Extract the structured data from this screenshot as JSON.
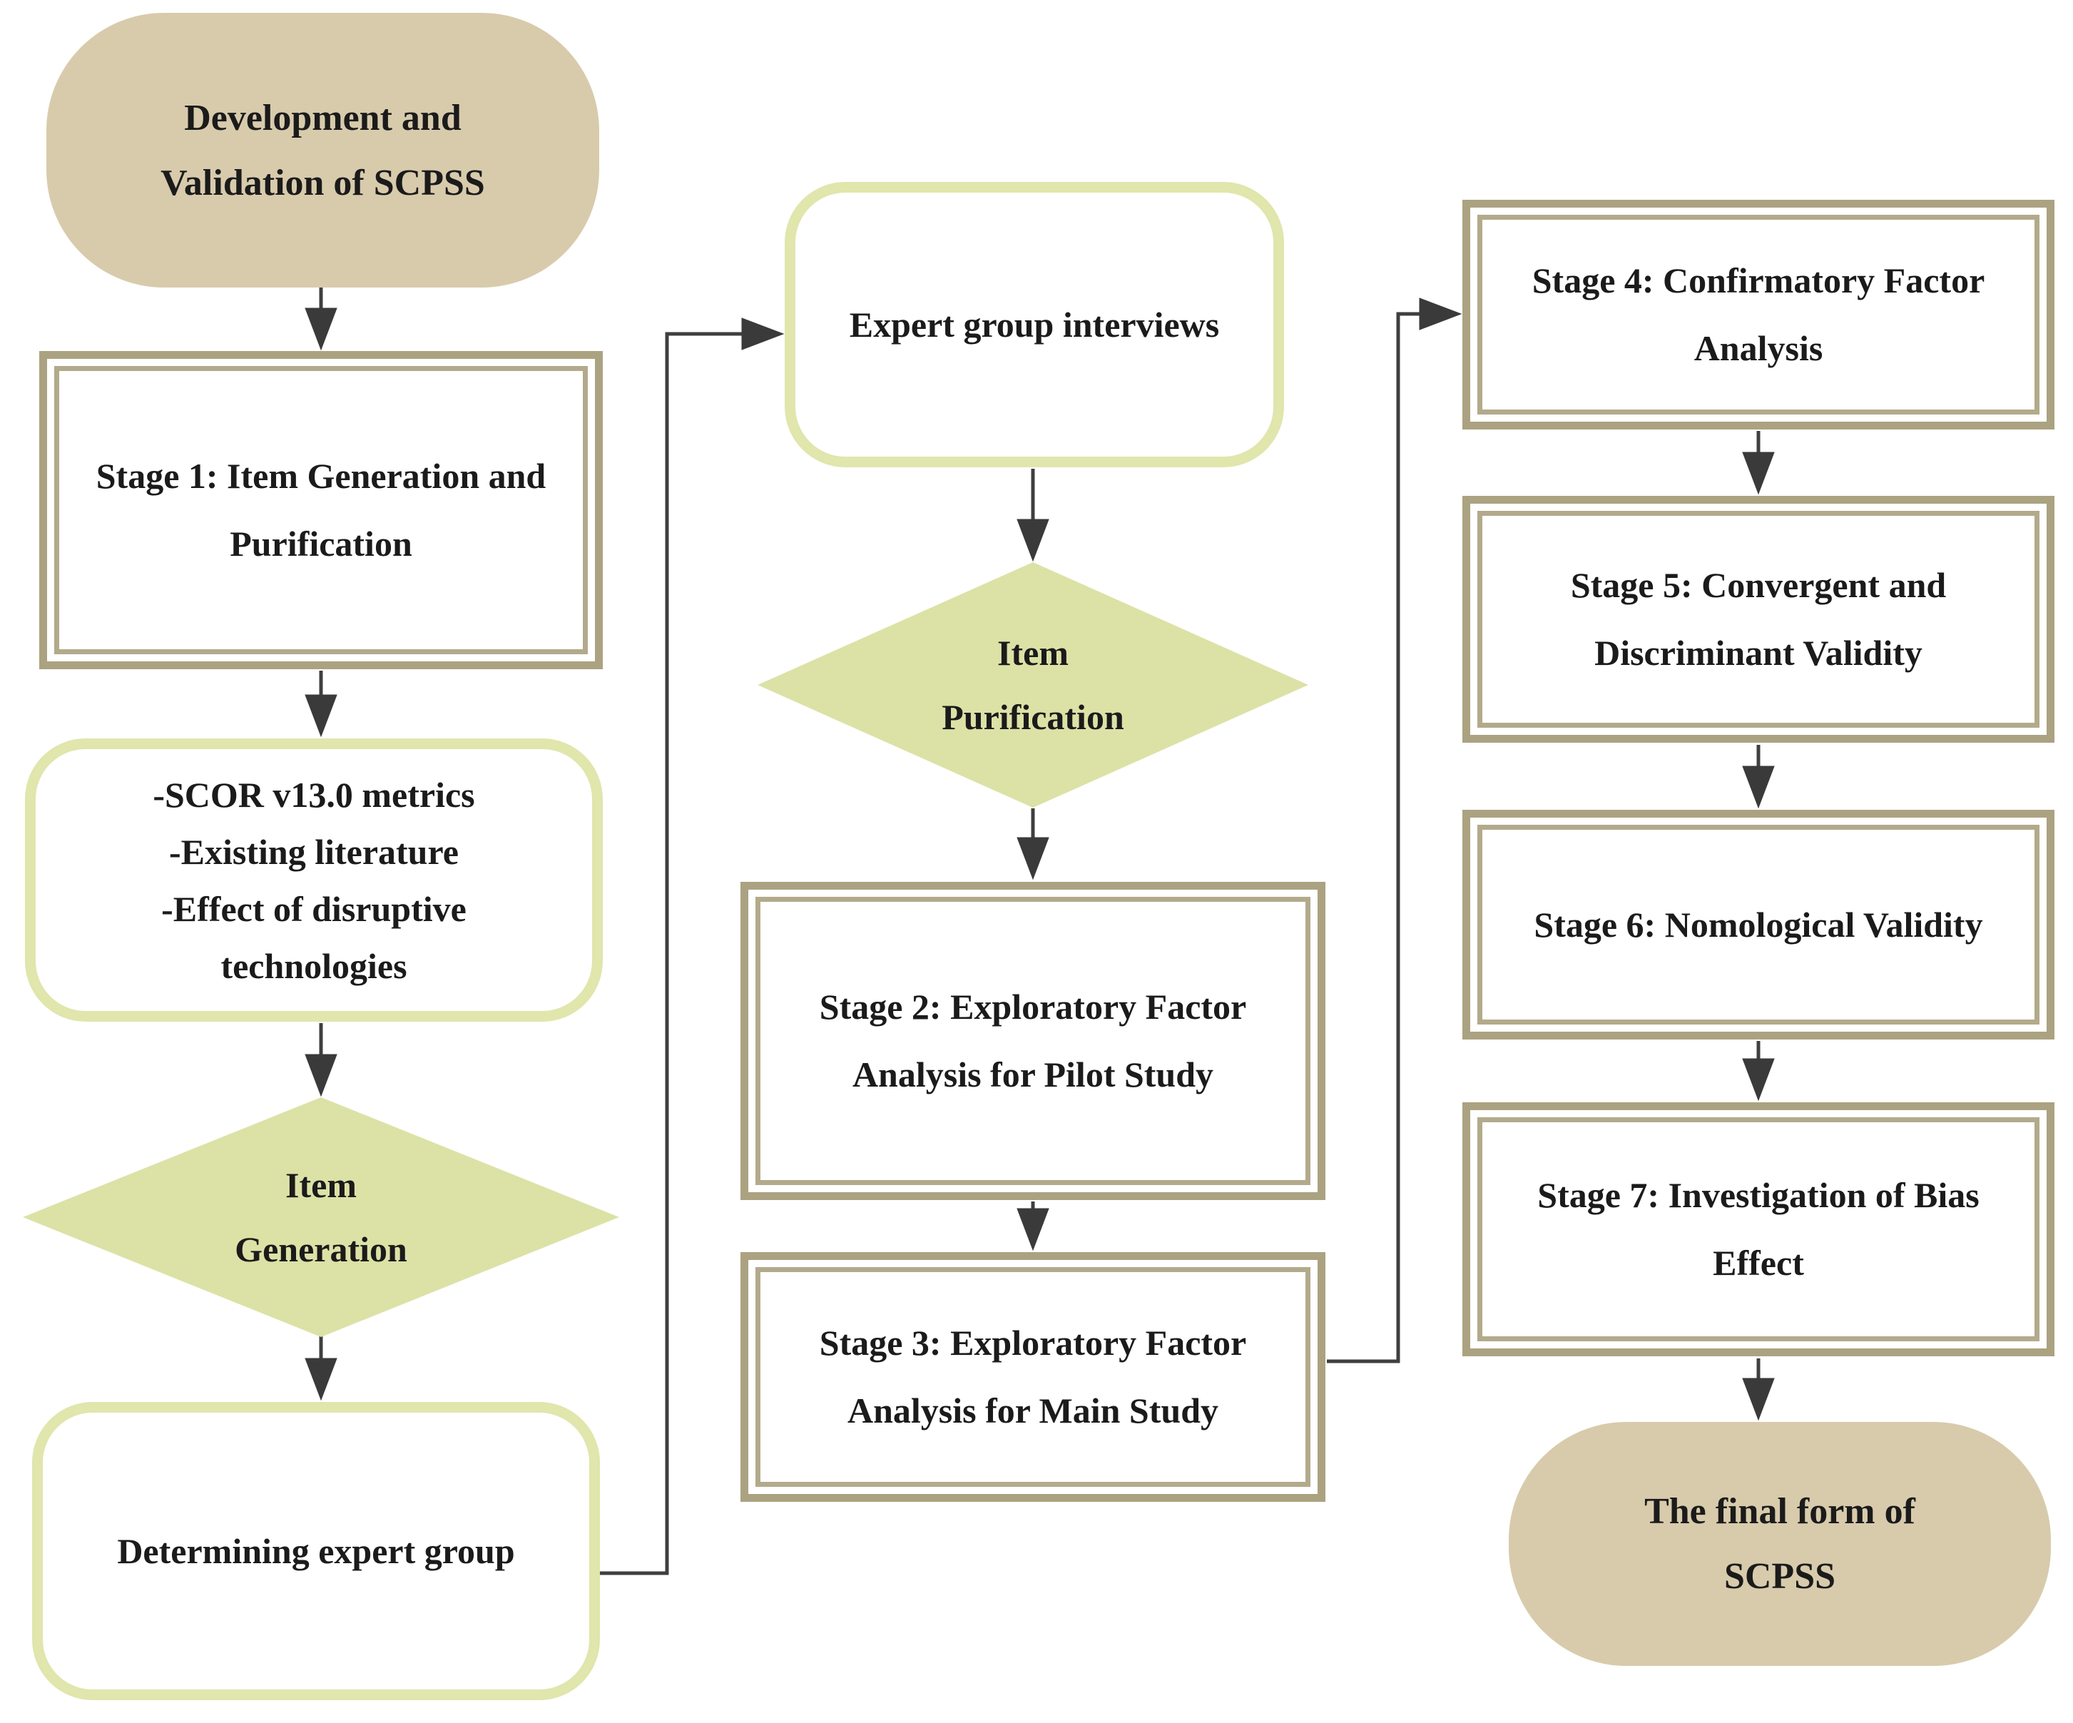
{
  "title": "Development and Validation of SCPSS flowchart",
  "palette": {
    "terminator_fill": "#d8cbac",
    "stage_box_border": "#aba281",
    "green_border": "#e0e6ac",
    "diamond_fill": "#dce2a6",
    "arrow_color": "#3f3f3f",
    "text_color": "#1b1b1b",
    "background": "#ffffff"
  },
  "flowchart": {
    "nodes": {
      "start": {
        "shape": "terminator",
        "label": "Development and\nValidation of SCPSS"
      },
      "stage1": {
        "shape": "process",
        "label": "Stage 1: Item Generation and\nPurification"
      },
      "sources": {
        "shape": "rounded",
        "label": "-SCOR v13.0 metrics\n-Existing literature\n-Effect of disruptive\ntechnologies"
      },
      "item_generation": {
        "shape": "decision",
        "label": "Item\nGeneration"
      },
      "determining": {
        "shape": "rounded",
        "label": "Determining expert group"
      },
      "expert_interviews": {
        "shape": "rounded",
        "label": "Expert group interviews"
      },
      "item_purification": {
        "shape": "decision",
        "label": "Item\nPurification"
      },
      "stage2": {
        "shape": "process",
        "label": "Stage 2: Exploratory Factor\nAnalysis  for Pilot Study"
      },
      "stage3": {
        "shape": "process",
        "label": "Stage 3: Exploratory Factor\nAnalysis for Main Study"
      },
      "stage4": {
        "shape": "process",
        "label": "Stage 4: Confirmatory Factor\nAnalysis"
      },
      "stage5": {
        "shape": "process",
        "label": "Stage 5: Convergent and\nDiscriminant Validity"
      },
      "stage6": {
        "shape": "process",
        "label": "Stage 6: Nomological Validity"
      },
      "stage7": {
        "shape": "process",
        "label": "Stage 7: Investigation of Bias\nEffect"
      },
      "final": {
        "shape": "terminator",
        "label": "The final form of\nSCPSS"
      }
    },
    "edges": [
      {
        "from": "start",
        "to": "stage1"
      },
      {
        "from": "stage1",
        "to": "sources"
      },
      {
        "from": "sources",
        "to": "item_generation"
      },
      {
        "from": "item_generation",
        "to": "determining"
      },
      {
        "from": "determining",
        "to": "expert_interviews",
        "type": "elbow"
      },
      {
        "from": "expert_interviews",
        "to": "item_purification"
      },
      {
        "from": "item_purification",
        "to": "stage2"
      },
      {
        "from": "stage2",
        "to": "stage3"
      },
      {
        "from": "stage3",
        "to": "stage4",
        "type": "elbow"
      },
      {
        "from": "stage4",
        "to": "stage5"
      },
      {
        "from": "stage5",
        "to": "stage6"
      },
      {
        "from": "stage6",
        "to": "stage7"
      },
      {
        "from": "stage7",
        "to": "final"
      }
    ]
  }
}
